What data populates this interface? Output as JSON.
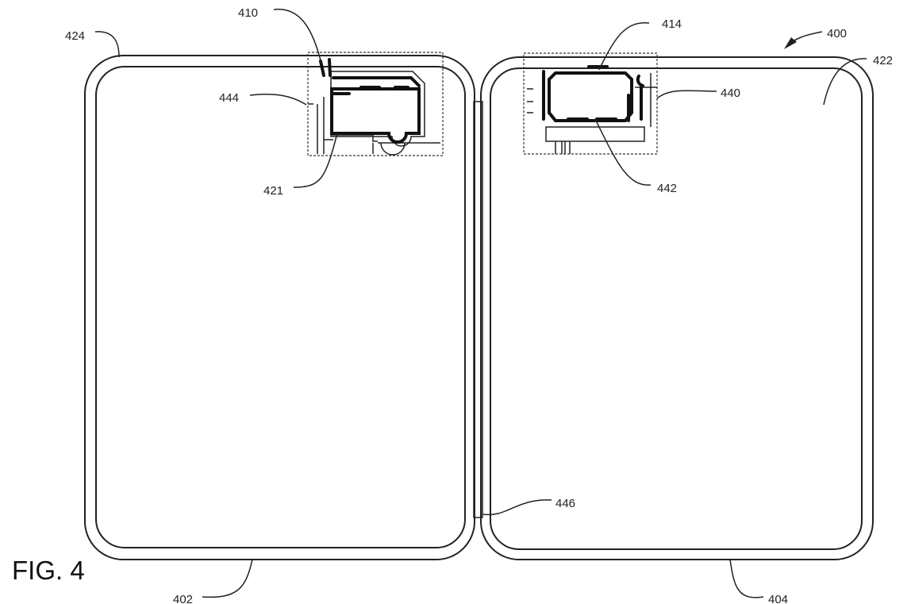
{
  "figure": {
    "title": "FIG. 4",
    "labels": {
      "l400": "400",
      "l402": "402",
      "l404": "404",
      "l410": "410",
      "l414": "414",
      "l421": "421",
      "l422": "422",
      "l424": "424",
      "l440": "440",
      "l442": "442",
      "l444": "444",
      "l446": "446"
    }
  }
}
